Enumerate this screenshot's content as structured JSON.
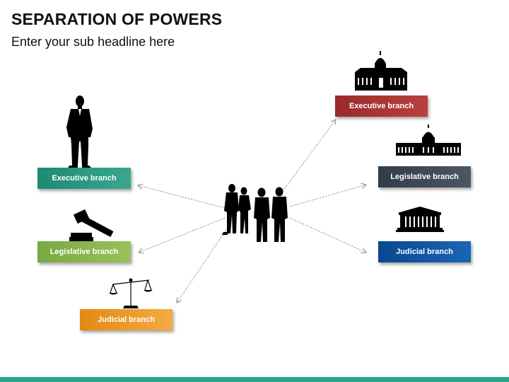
{
  "header": {
    "title": "SEPARATION OF POWERS",
    "subtitle": "Enter your sub headline here"
  },
  "left_branches": [
    {
      "label": "Executive branch",
      "color": "#1d8a74",
      "icon": "businessman-icon"
    },
    {
      "label": "Legislative branch",
      "color": "#7fae45",
      "icon": "gavel-icon"
    },
    {
      "label": "Judicial branch",
      "color": "#e6901e",
      "icon": "scales-icon"
    }
  ],
  "right_branches": [
    {
      "label": "Executive branch",
      "color": "#9b2a2a",
      "icon": "palace-icon"
    },
    {
      "label": "Legislative branch",
      "color": "#3b4550",
      "icon": "capitol-icon"
    },
    {
      "label": "Judicial branch",
      "color": "#0c4c97",
      "icon": "courthouse-icon"
    }
  ],
  "center": {
    "icon": "people-group-icon"
  },
  "colors": {
    "accent_bar": "#2aa58e",
    "arrow": "#888888"
  }
}
